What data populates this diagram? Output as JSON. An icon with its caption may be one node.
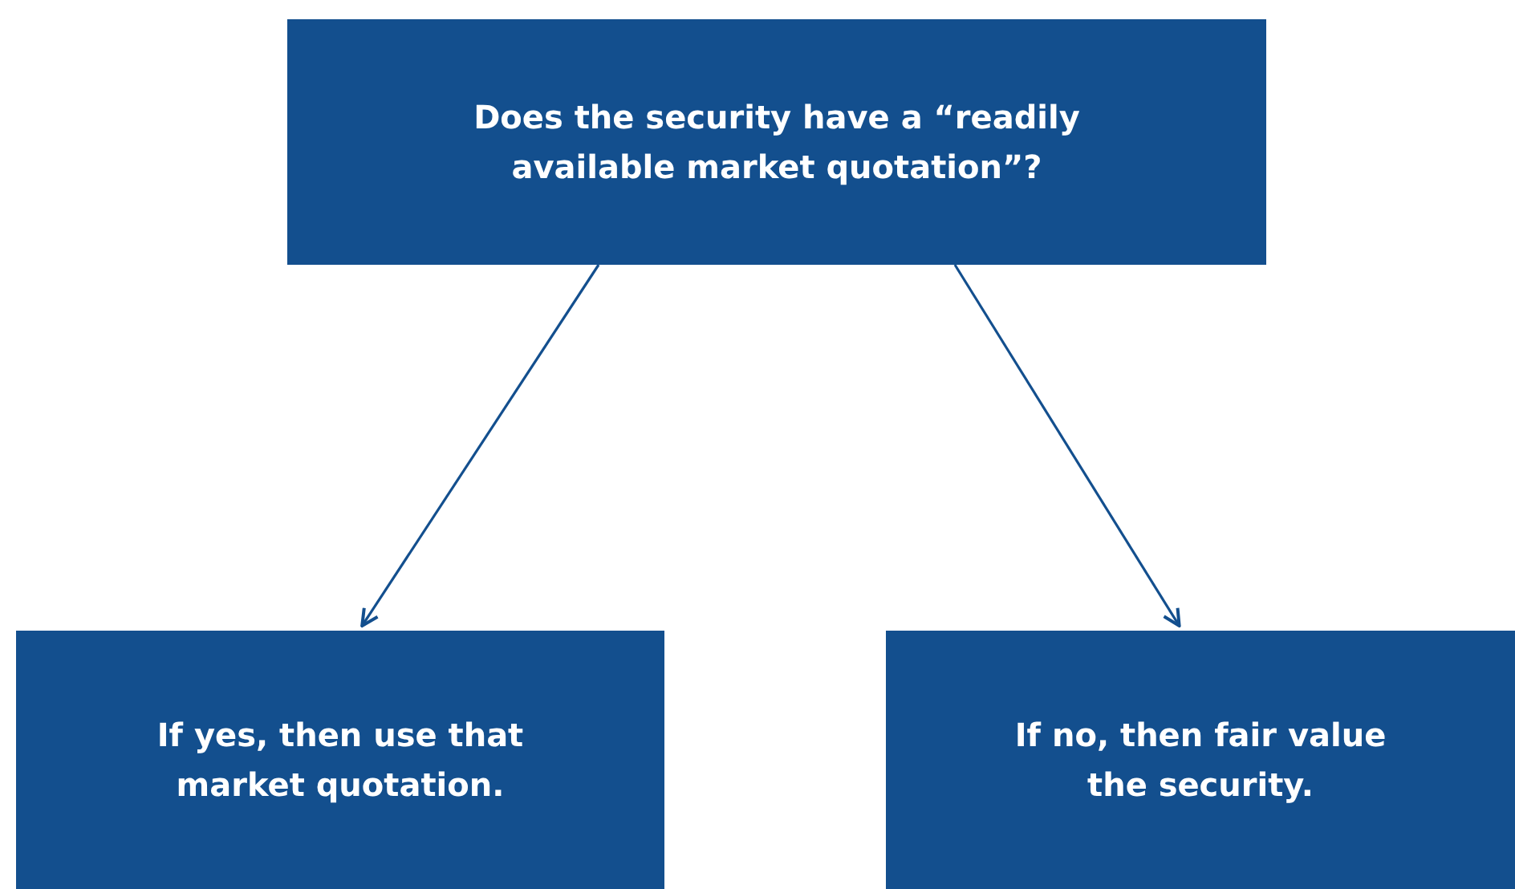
{
  "diagram": {
    "nodes": [
      {
        "text": [
          "Does the security have a “readily available market quotation”?"
        ]
      },
      {
        "text": [
          "If yes, then use that market quotation."
        ]
      },
      {
        "text": [
          "If no, then fair value the security."
        ]
      }
    ],
    "edges": [
      {
        "from": 0,
        "to": 1,
        "arrow": "to"
      },
      {
        "from": 0,
        "to": 2,
        "arrow": "to"
      }
    ]
  }
}
